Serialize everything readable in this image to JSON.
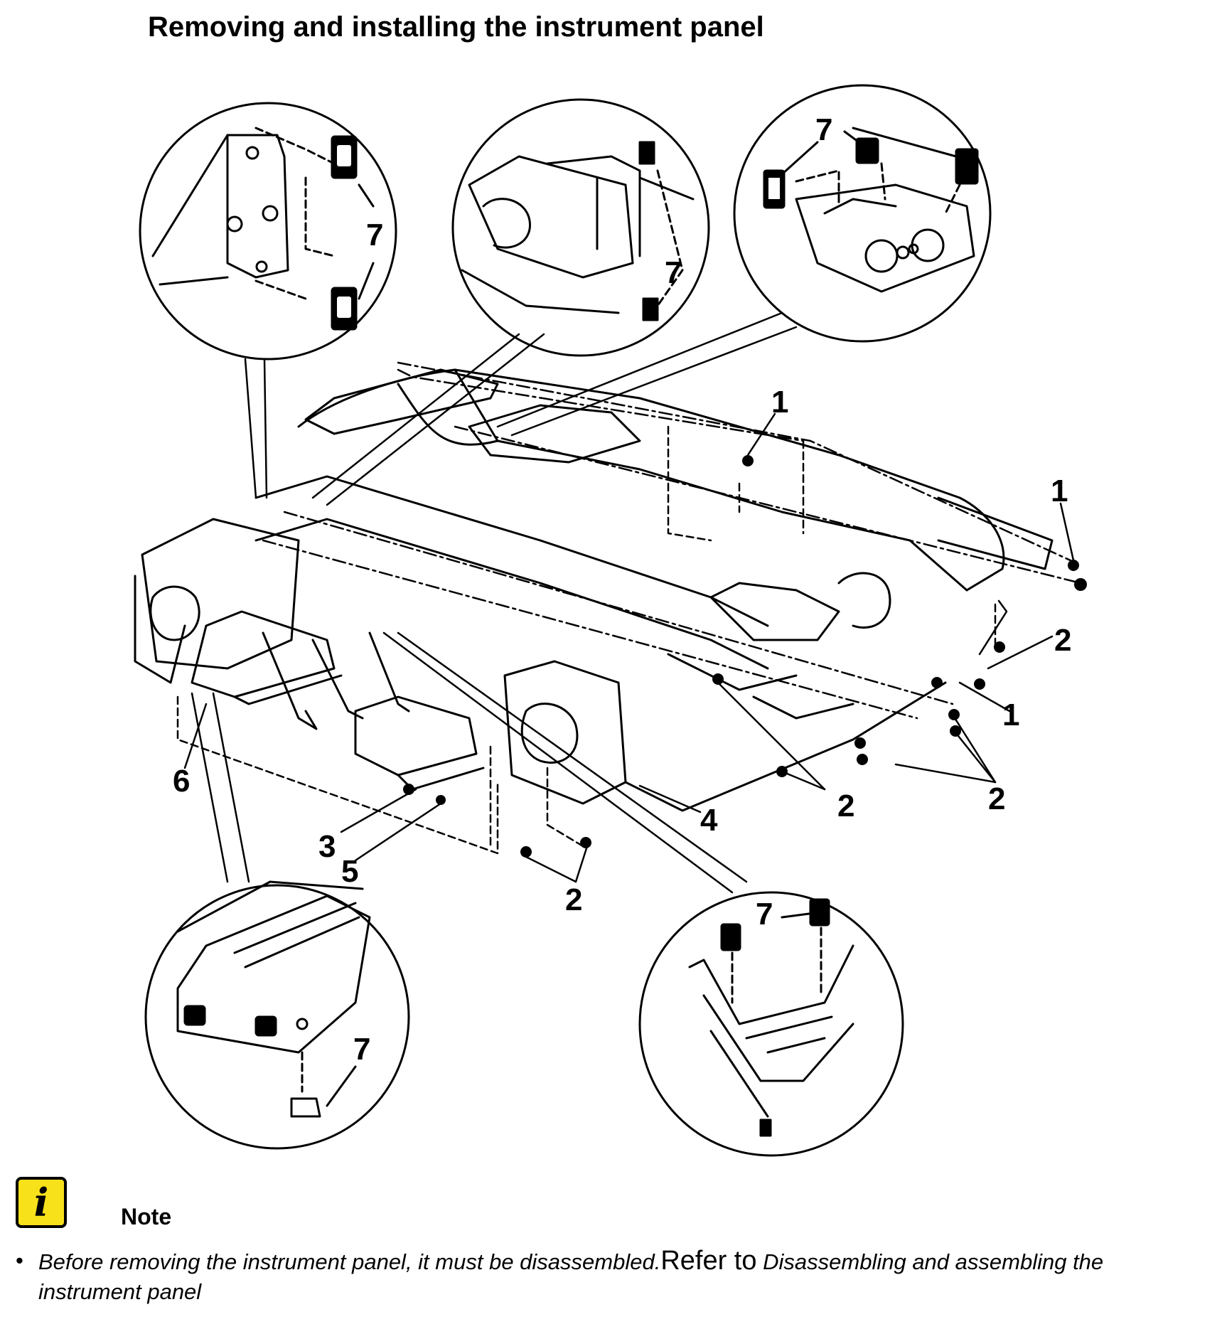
{
  "page": {
    "title": "Removing and installing the instrument panel"
  },
  "figure": {
    "callouts": [
      {
        "id": "c1a",
        "label": "1"
      },
      {
        "id": "c1b",
        "label": "1"
      },
      {
        "id": "c1c",
        "label": "1"
      },
      {
        "id": "c2a",
        "label": "2"
      },
      {
        "id": "c2b",
        "label": "2"
      },
      {
        "id": "c2c",
        "label": "2"
      },
      {
        "id": "c2d",
        "label": "2"
      },
      {
        "id": "c3",
        "label": "3"
      },
      {
        "id": "c4",
        "label": "4"
      },
      {
        "id": "c5",
        "label": "5"
      },
      {
        "id": "c6",
        "label": "6"
      },
      {
        "id": "c7a",
        "label": "7"
      },
      {
        "id": "c7b",
        "label": "7"
      },
      {
        "id": "c7c",
        "label": "7"
      },
      {
        "id": "c7d",
        "label": "7"
      },
      {
        "id": "c7e",
        "label": "7"
      }
    ]
  },
  "note": {
    "icon": "info-icon",
    "icon_glyph": "i",
    "icon_color": "#f7e11b",
    "label": "Note",
    "items": [
      {
        "text": "Before removing the instrument panel, it must be disassembled.",
        "refer": "Refer to",
        "link": "Disassembling and assembling the instrument panel"
      }
    ]
  }
}
